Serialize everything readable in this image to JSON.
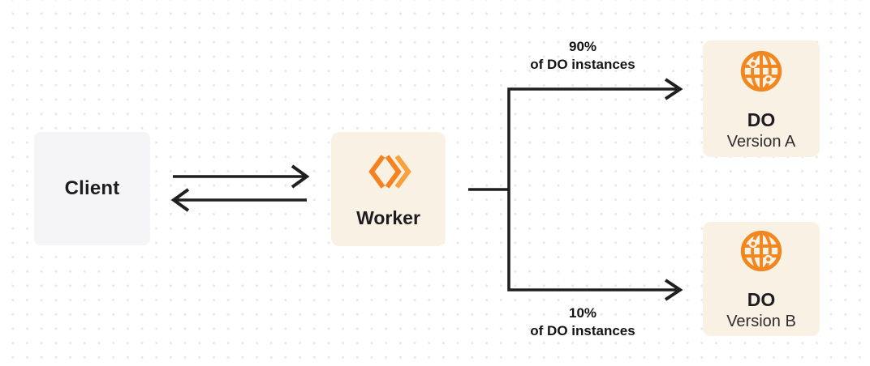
{
  "nodes": {
    "client": {
      "label": "Client"
    },
    "worker": {
      "label": "Worker",
      "icon": "workers-logo-icon"
    }
  },
  "branches": [
    {
      "percent": "90%",
      "caption": "of DO instances",
      "target": {
        "title": "DO",
        "subtitle": "Version A",
        "icon": "globe-icon"
      }
    },
    {
      "percent": "10%",
      "caption": "of DO instances",
      "target": {
        "title": "DO",
        "subtitle": "Version B",
        "icon": "globe-icon"
      }
    }
  ],
  "colors": {
    "accent_orange": "#F6821F",
    "accent_orange_light": "#FBAD41",
    "node_cream_bg": "#FAF1E5",
    "client_gray_bg": "#F5F5F7",
    "connector_dark": "#1F1F1F",
    "dot_grid": "#E8E8EA"
  }
}
